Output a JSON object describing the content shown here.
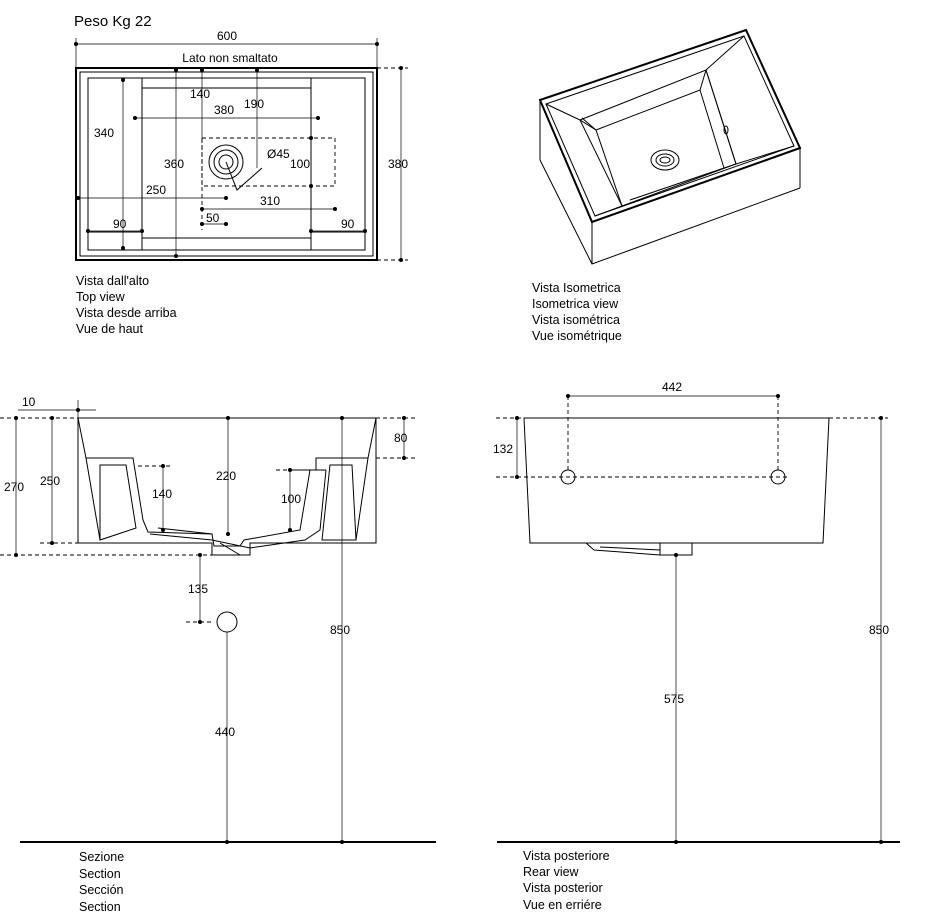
{
  "title": "Peso Kg 22",
  "top_view": {
    "note": "Lato non smaltato",
    "dims": {
      "width": "600",
      "depth": "380",
      "inner_depth": "360",
      "side_height": "340",
      "d140": "140",
      "d190": "190",
      "d380": "380",
      "d250": "250",
      "d310": "310",
      "d50": "50",
      "left90": "90",
      "right90": "90",
      "hole": "Ø45",
      "d100": "100"
    },
    "captions": [
      "Vista dall'alto",
      "Top view",
      "Vista desde arriba",
      "Vue de haut"
    ]
  },
  "iso_view": {
    "captions": [
      "Vista Isometrica",
      "Isometrica view",
      "Vista isométrica",
      "Vue isométrique"
    ]
  },
  "section_view": {
    "dims": {
      "d10": "10",
      "d270": "270",
      "d250": "250",
      "d80": "80",
      "d220": "220",
      "d140": "140",
      "d100": "100",
      "d135": "135",
      "d850": "850",
      "d440": "440"
    },
    "captions": [
      "Sezione",
      "Section",
      "Sección",
      "Section"
    ]
  },
  "rear_view": {
    "dims": {
      "d442": "442",
      "d132": "132",
      "d850": "850",
      "d575": "575"
    },
    "captions": [
      "Vista posteriore",
      "Rear view",
      "Vista posterior",
      "Vue en erriére"
    ]
  }
}
